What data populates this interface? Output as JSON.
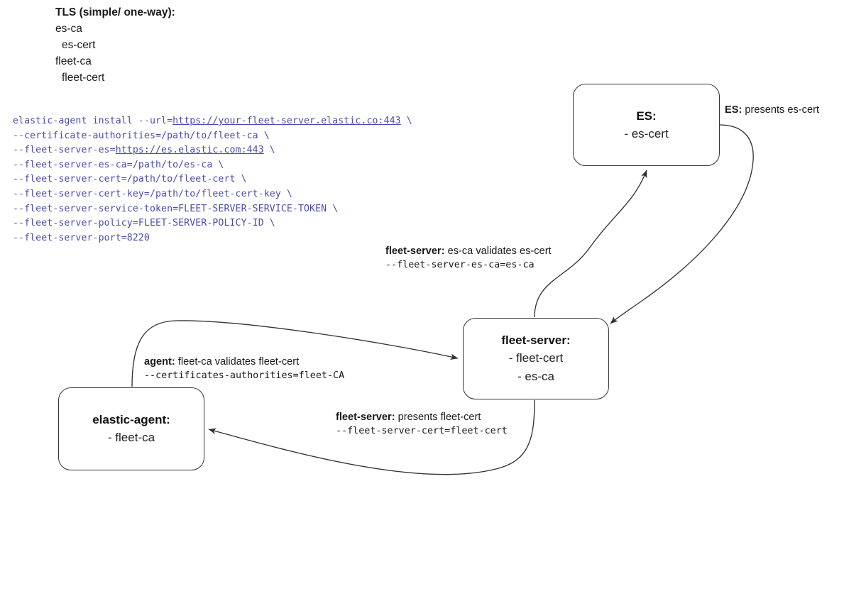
{
  "legend": {
    "title": "TLS (simple/ one-way):",
    "lines": [
      {
        "text": "es-ca",
        "indent": false
      },
      {
        "text": "es-cert",
        "indent": true
      },
      {
        "text": "fleet-ca",
        "indent": false
      },
      {
        "text": "fleet-cert",
        "indent": true
      }
    ]
  },
  "command": {
    "line1_pre": "elastic-agent install --url=",
    "line1_url": "https://your-fleet-server.elastic.co:443",
    "line1_post": " \\",
    "line2": "--certificate-authorities=/path/to/fleet-ca \\",
    "line3_pre": "--fleet-server-es=",
    "line3_url": "https://es.elastic.com:443",
    "line3_post": " \\",
    "line4": "--fleet-server-es-ca=/path/to/es-ca \\",
    "line5": "--fleet-server-cert=/path/to/fleet-cert \\",
    "line6": "--fleet-server-cert-key=/path/to/fleet-cert-key \\",
    "line7": "--fleet-server-service-token=FLEET-SERVER-SERVICE-TOKEN \\",
    "line8": "--fleet-server-policy=FLEET-SERVER-POLICY-ID \\",
    "line9": "--fleet-server-port=8220",
    "color": "#4b4ba8"
  },
  "nodes": {
    "es": {
      "title": "ES:",
      "line1": "- es-cert"
    },
    "fleet": {
      "title": "fleet-server:",
      "line1": "- fleet-cert",
      "line2": "- es-ca"
    },
    "agent": {
      "title": "elastic-agent:",
      "line1": "- fleet-ca"
    }
  },
  "edges": {
    "es_presents": {
      "actor": "ES:",
      "text": " presents es-cert"
    },
    "fleet_esca": {
      "actor": "fleet-server:",
      "text": " es-ca validates es-cert",
      "mono": "--fleet-server-es-ca=es-ca"
    },
    "agent_fleetca": {
      "actor": "agent:",
      "text": " fleet-ca validates fleet-cert",
      "mono": "--certificates-authorities=fleet-CA"
    },
    "fleet_presents": {
      "actor": "fleet-server:",
      "text": " presents fleet-cert",
      "mono": "--fleet-server-cert=fleet-cert"
    }
  },
  "style": {
    "stroke": "#333333",
    "background": "#ffffff"
  }
}
